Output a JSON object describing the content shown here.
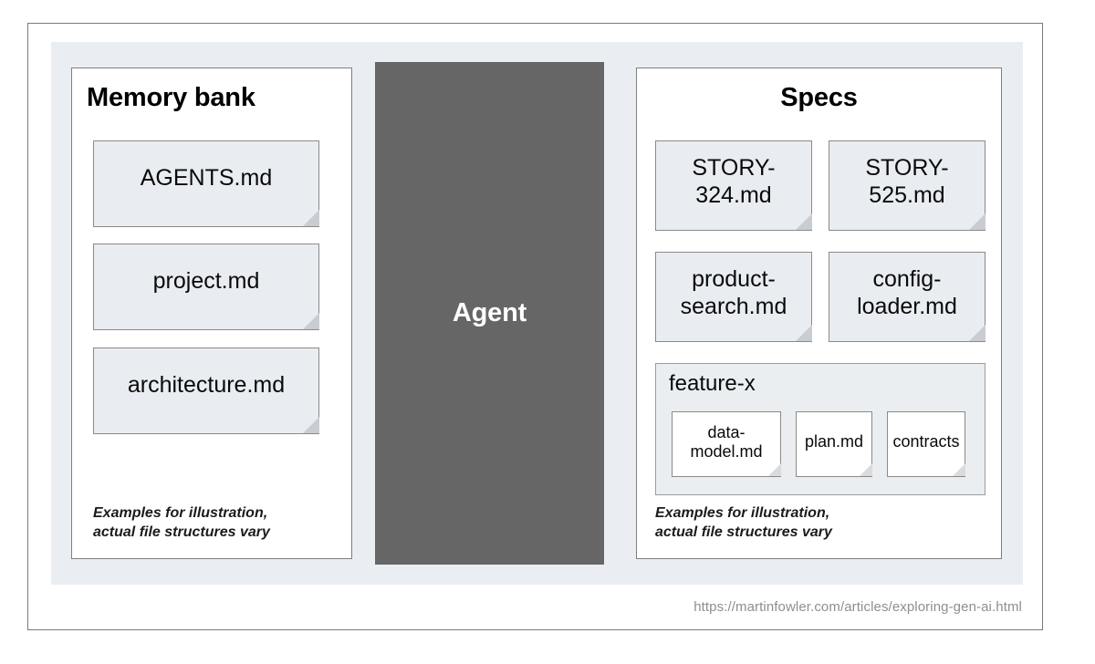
{
  "diagram": {
    "memory_bank": {
      "title": "Memory bank",
      "cards": [
        {
          "label": "AGENTS.md"
        },
        {
          "label": "project.md"
        },
        {
          "label": "architecture.md"
        }
      ],
      "note": "Examples for illustration,\nactual file structures vary"
    },
    "agent": {
      "label": "Agent"
    },
    "specs": {
      "title": "Specs",
      "cards": [
        {
          "label": "STORY-324.md"
        },
        {
          "label": "STORY-525.md"
        },
        {
          "label": "product-search.md"
        },
        {
          "label": "config-loader.md"
        }
      ],
      "feature_group": {
        "title": "feature-x",
        "cards": [
          {
            "label": "data-model.md"
          },
          {
            "label": "plan.md"
          },
          {
            "label": "contracts"
          }
        ]
      },
      "note": "Examples for illustration,\nactual file structures vary"
    },
    "source_url": "https://martinfowler.com/articles/exploring-gen-ai.html",
    "colors": {
      "stage_background": "#eaeef2",
      "agent_fill": "#666666",
      "card_fill": "#e9edf1",
      "card_border": "#8a8a8a",
      "panel_border": "#7f7f7f",
      "url_text": "#8b8f94"
    }
  }
}
